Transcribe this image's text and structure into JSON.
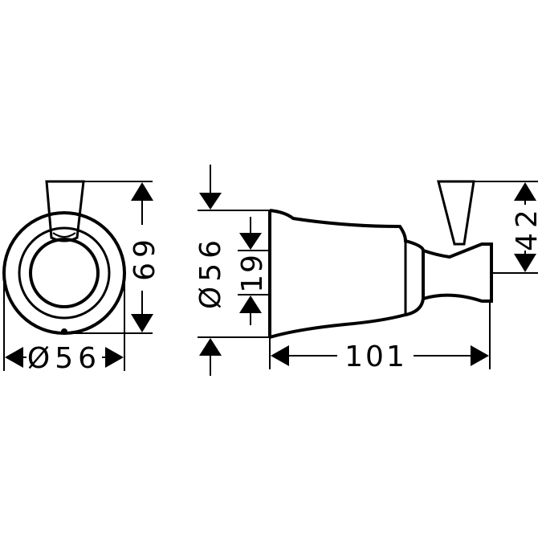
{
  "dimensions": {
    "front_height": "69",
    "front_diameter": "Ø56",
    "side_diameter": "Ø56",
    "side_inner": "19",
    "side_depth": "101",
    "hook_height": "42"
  }
}
